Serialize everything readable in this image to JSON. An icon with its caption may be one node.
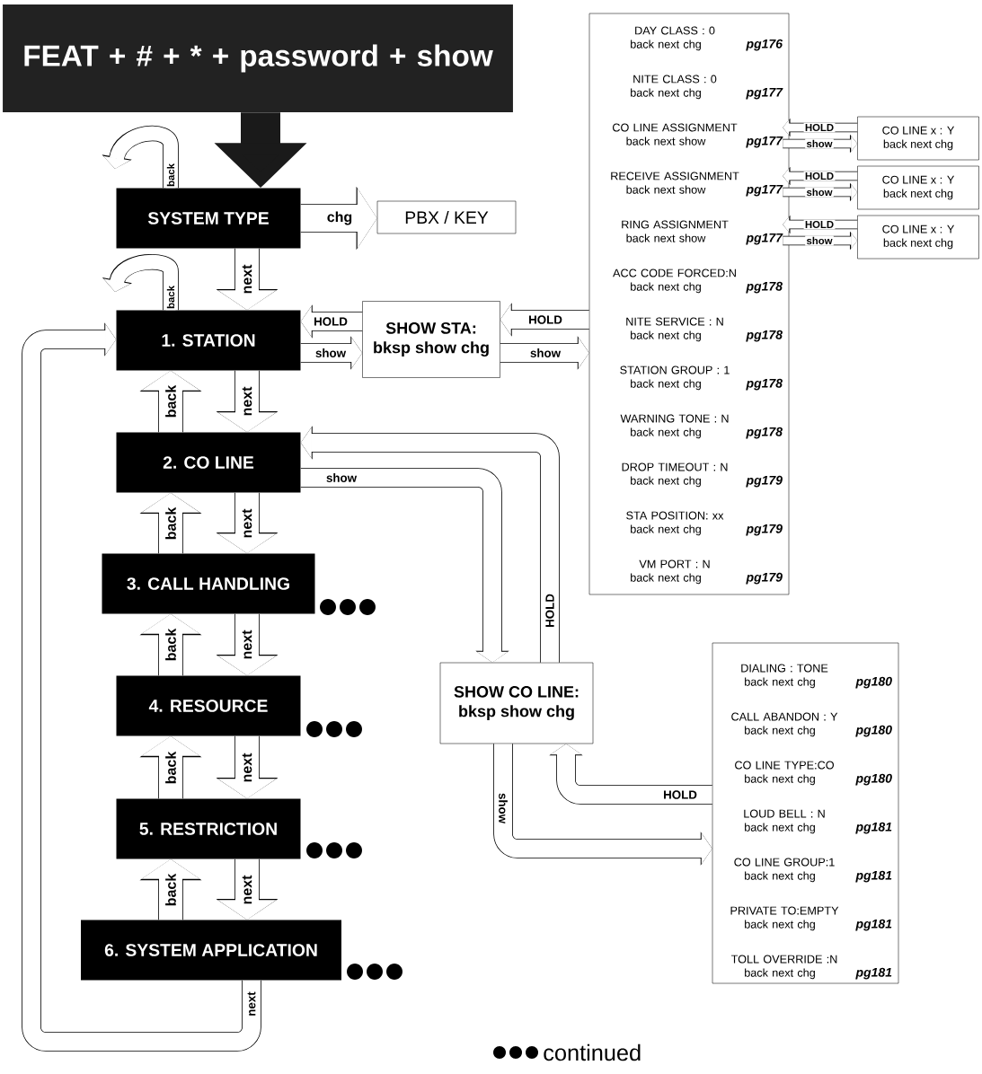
{
  "diagram": {
    "nodes": [
      {
        "text": [
          "FEAT + # + * + password + show"
        ]
      },
      {
        "text": [
          "SYSTEM TYPE"
        ]
      },
      {
        "text": [
          "PBX / KEY"
        ]
      },
      {
        "text": [
          "1. STATION"
        ]
      },
      {
        "text": [
          "SHOW STA:",
          "bksp show chg"
        ]
      },
      {
        "text": [
          "2. CO LINE"
        ]
      },
      {
        "text": [
          "3. CALL HANDLING"
        ]
      },
      {
        "text": [
          "4. RESOURCE"
        ]
      },
      {
        "text": [
          "5. RESTRICTION"
        ]
      },
      {
        "text": [
          "6. SYSTEM APPLICATION"
        ]
      },
      {
        "text": [],
        "shape": "box"
      },
      {
        "text": [
          "DAY CLASS : 0",
          "back next chg",
          "pg176"
        ],
        "in": 10
      },
      {
        "text": [
          "NITE CLASS : 0",
          "back next chg",
          "pg177"
        ],
        "in": 10
      },
      {
        "text": [
          "CO LINE ASSIGNMENT",
          "back next show",
          "pg177"
        ],
        "in": 10
      },
      {
        "text": [
          "RECEIVE ASSIGNMENT",
          "back next show",
          "pg177"
        ],
        "in": 10
      },
      {
        "text": [
          "RING ASSIGNMENT",
          "back next show",
          "pg177"
        ],
        "in": 10
      },
      {
        "text": [
          "ACC CODE FORCED:N",
          "back next chg",
          "pg178"
        ],
        "in": 10
      },
      {
        "text": [
          "NITE SERVICE : N",
          "back next chg",
          "pg178"
        ],
        "in": 10
      },
      {
        "text": [
          "STATION GROUP : 1",
          "back next chg",
          "pg178"
        ],
        "in": 10
      },
      {
        "text": [
          "WARNING TONE : N",
          "back next chg",
          "pg178"
        ],
        "in": 10
      },
      {
        "text": [
          "DROP TIMEOUT : N",
          "back next chg",
          "pg179"
        ],
        "in": 10
      },
      {
        "text": [
          "STA POSITION: xx",
          "back next chg",
          "pg179"
        ],
        "in": 10
      },
      {
        "text": [
          "VM PORT : N",
          "back next chg",
          "pg179"
        ],
        "in": 10
      },
      {
        "text": [
          "CO LINE x : Y",
          "back next chg"
        ]
      },
      {
        "text": [
          "CO LINE x : Y",
          "back next chg"
        ]
      },
      {
        "text": [
          "CO LINE x : Y",
          "back next chg"
        ]
      },
      {
        "text": [
          "SHOW CO LINE:",
          "bksp show chg"
        ]
      },
      {
        "text": [],
        "shape": "box"
      },
      {
        "text": [
          "DIALING : TONE",
          "back next chg",
          "pg180"
        ],
        "in": 27
      },
      {
        "text": [
          "CALL ABANDON : Y",
          "back next chg",
          "pg180"
        ],
        "in": 27
      },
      {
        "text": [
          "CO LINE TYPE:CO",
          "back next chg",
          "pg180"
        ],
        "in": 27
      },
      {
        "text": [
          "LOUD BELL : N",
          "back next chg",
          "pg181"
        ],
        "in": 27
      },
      {
        "text": [
          "CO LINE GROUP:1",
          "back next chg",
          "pg181"
        ],
        "in": 27
      },
      {
        "text": [
          "PRIVATE TO:EMPTY",
          "back next chg",
          "pg181"
        ],
        "in": 27
      },
      {
        "text": [
          "TOLL OVERRIDE :N",
          "back next chg",
          "pg181"
        ],
        "in": 27
      }
    ],
    "edges": [
      {
        "from": 0,
        "to": 1,
        "arrow": "to",
        "style": "thick",
        "color": "#1a1a1a"
      },
      {
        "from": 1,
        "to": null,
        "arrow": "to",
        "label": "back"
      },
      {
        "from": 1,
        "to": 2,
        "arrow": "to",
        "label": "chg"
      },
      {
        "from": 1,
        "to": 3,
        "arrow": "to",
        "label": "next"
      },
      {
        "from": 3,
        "to": null,
        "arrow": "to",
        "label": "back"
      },
      {
        "from": 3,
        "to": 4,
        "arrow": "to",
        "label": "show"
      },
      {
        "from": 4,
        "to": 3,
        "arrow": "to",
        "label": "HOLD"
      },
      {
        "from": 4,
        "to": 10,
        "arrow": "to",
        "label": "show"
      },
      {
        "from": 10,
        "to": 4,
        "arrow": "to",
        "label": "HOLD"
      },
      {
        "from": 3,
        "to": 5,
        "arrow": "to",
        "label": "next"
      },
      {
        "from": 5,
        "to": 3,
        "arrow": "to",
        "label": "back"
      },
      {
        "from": 5,
        "to": 6,
        "arrow": "to",
        "label": "next"
      },
      {
        "from": 6,
        "to": 5,
        "arrow": "to",
        "label": "back"
      },
      {
        "from": 6,
        "to": 7,
        "arrow": "to",
        "label": "next"
      },
      {
        "from": 7,
        "to": 6,
        "arrow": "to",
        "label": "back"
      },
      {
        "from": 7,
        "to": 8,
        "arrow": "to",
        "label": "next"
      },
      {
        "from": 8,
        "to": 7,
        "arrow": "to",
        "label": "back"
      },
      {
        "from": 8,
        "to": 9,
        "arrow": "to",
        "label": "next"
      },
      {
        "from": 9,
        "to": 8,
        "arrow": "to",
        "label": "back"
      },
      {
        "from": 9,
        "to": 3,
        "arrow": "to",
        "label": "next"
      },
      {
        "from": 5,
        "to": 26,
        "arrow": "to",
        "label": "show"
      },
      {
        "from": 26,
        "to": 5,
        "arrow": "to",
        "label": "HOLD"
      },
      {
        "from": 26,
        "to": 27,
        "arrow": "to",
        "label": "show"
      },
      {
        "from": 27,
        "to": 26,
        "arrow": "to",
        "label": "HOLD"
      },
      {
        "from": 13,
        "to": 23,
        "arrow": "to",
        "label": "show"
      },
      {
        "from": 23,
        "to": 13,
        "arrow": "to",
        "label": "HOLD"
      },
      {
        "from": 14,
        "to": 24,
        "arrow": "to",
        "label": "show"
      },
      {
        "from": 24,
        "to": 14,
        "arrow": "to",
        "label": "HOLD"
      },
      {
        "from": 15,
        "to": 25,
        "arrow": "to",
        "label": "show"
      },
      {
        "from": 25,
        "to": 15,
        "arrow": "to",
        "label": "HOLD"
      }
    ],
    "legend": [
      {
        "text": "continued"
      }
    ]
  }
}
